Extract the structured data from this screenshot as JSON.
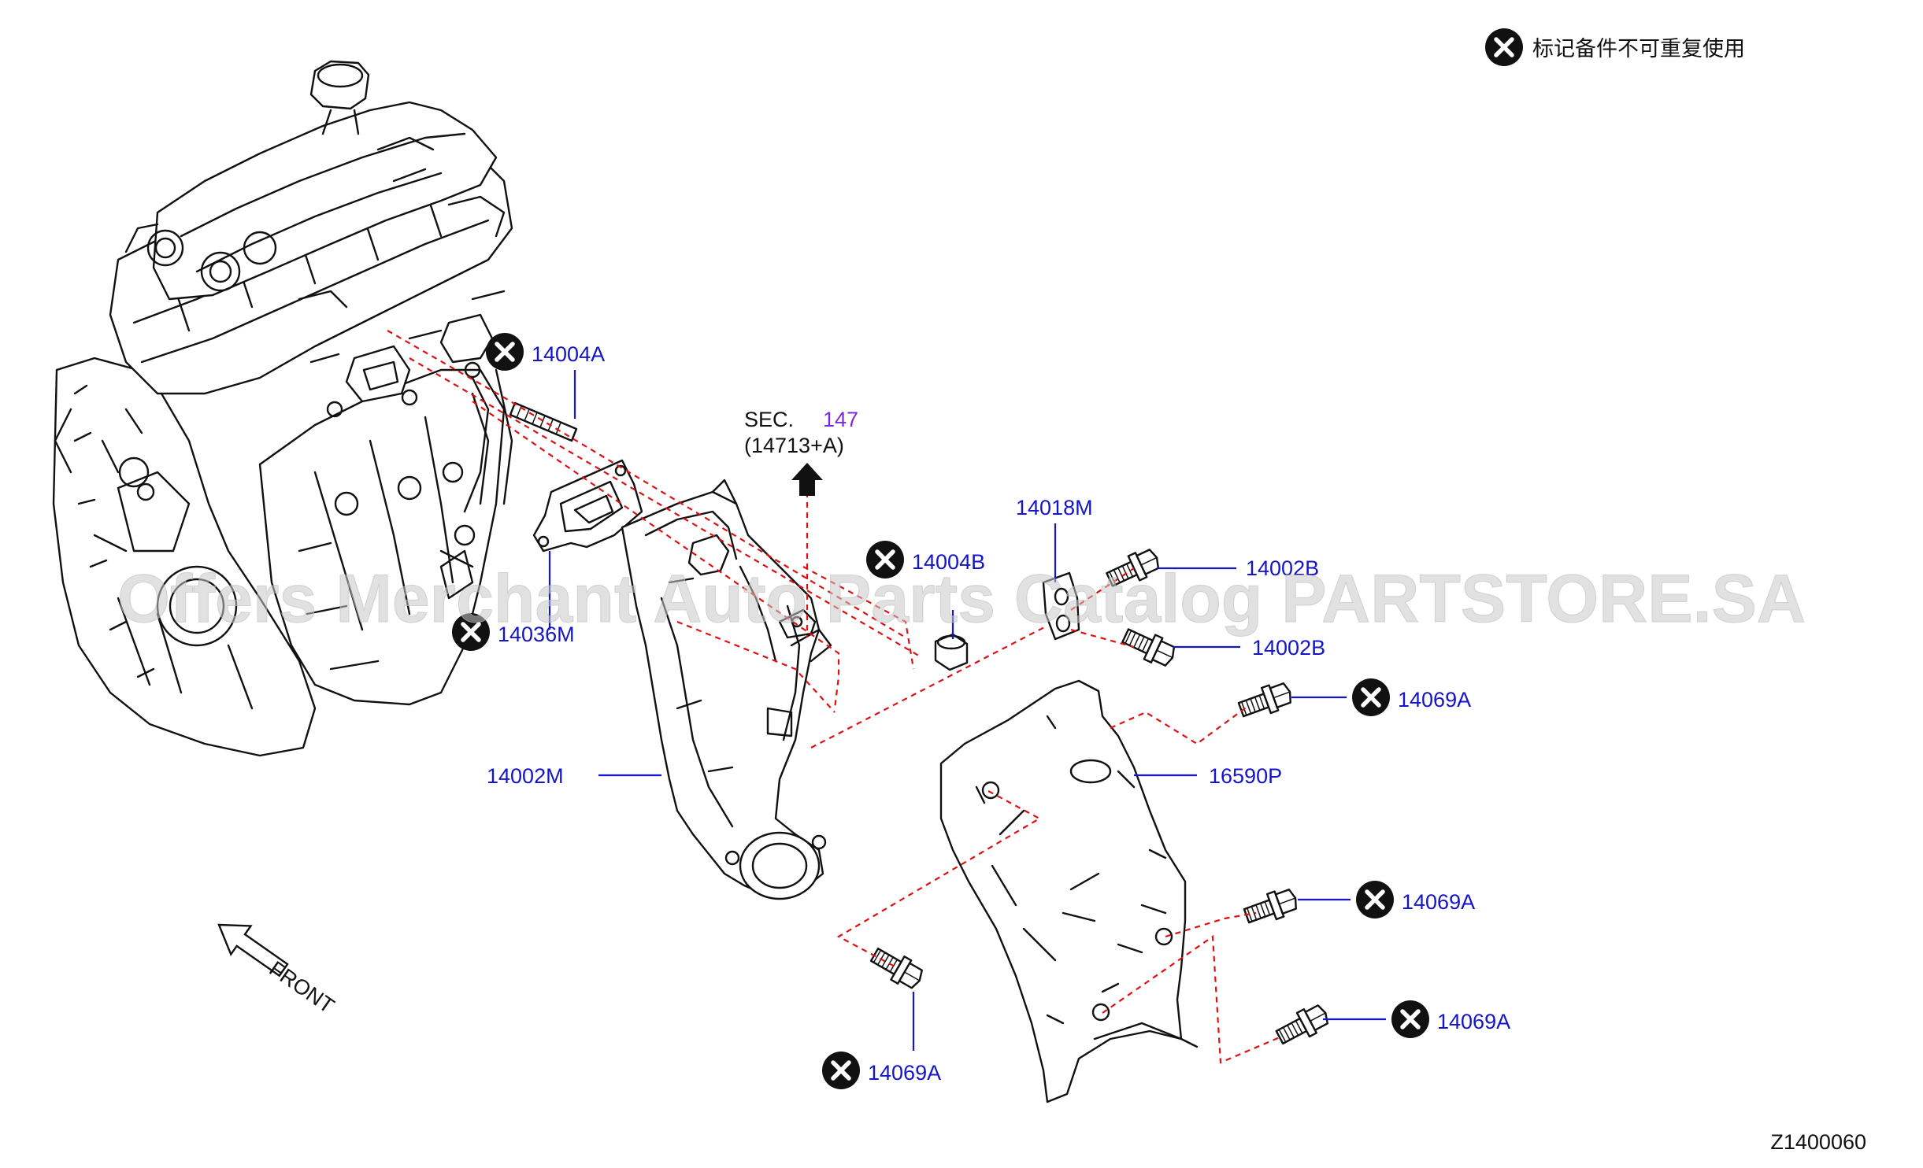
{
  "legend": {
    "icon": "cross-circle-icon",
    "text": "标记备件不可重复使用"
  },
  "diagram_id": "Z1400060",
  "watermark": "Offers Merchant Auto Parts Catalog PARTSTORE.SA",
  "section_ref": {
    "prefix": "SEC.",
    "number": "147",
    "sub": "(14713+A)"
  },
  "front_label": "FRONT",
  "colors": {
    "label": "#1414c8",
    "section_number": "#7a2bd6",
    "dashed_line": "#e01010",
    "ink": "#111111"
  },
  "parts": [
    {
      "id": "14004A",
      "non_reusable": true
    },
    {
      "id": "14036M",
      "non_reusable": true
    },
    {
      "id": "14004B",
      "non_reusable": true
    },
    {
      "id": "14018M",
      "non_reusable": false
    },
    {
      "id": "14002B",
      "non_reusable": false
    },
    {
      "id": "14002B",
      "non_reusable": false
    },
    {
      "id": "14069A",
      "non_reusable": true
    },
    {
      "id": "14002M",
      "non_reusable": false
    },
    {
      "id": "16590P",
      "non_reusable": false
    },
    {
      "id": "14069A",
      "non_reusable": true
    },
    {
      "id": "14069A",
      "non_reusable": true
    },
    {
      "id": "14069A",
      "non_reusable": true
    }
  ]
}
